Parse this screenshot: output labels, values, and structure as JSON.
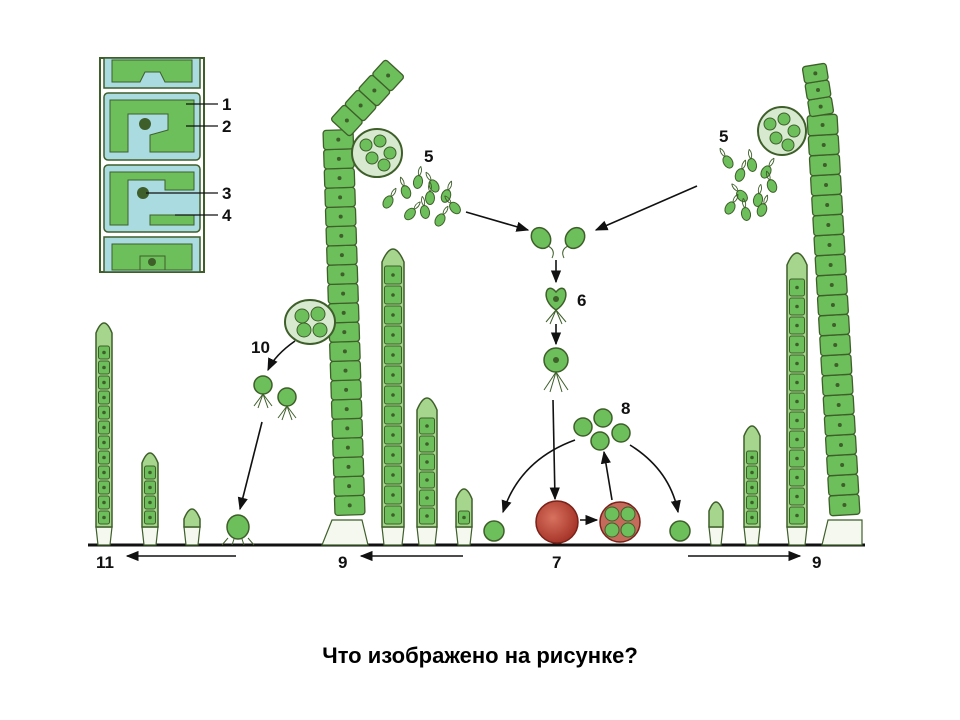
{
  "labels": {
    "l1": "1",
    "l2": "2",
    "l3": "3",
    "l4": "4",
    "l5_left": "5",
    "l5_right": "5",
    "l6": "6",
    "l7": "7",
    "l8": "8",
    "l9_left": "9",
    "l9_right": "9",
    "l10": "10",
    "l11": "11"
  },
  "question": "Что изображено на рисунке?",
  "colors": {
    "cell_green": "#6cbf5a",
    "cell_light": "#a6d68d",
    "wall": "#3f5f2a",
    "chloroplast": "#4f9a3c",
    "vacuole": "#a9dbe0",
    "zygote": "#c24a3a"
  }
}
